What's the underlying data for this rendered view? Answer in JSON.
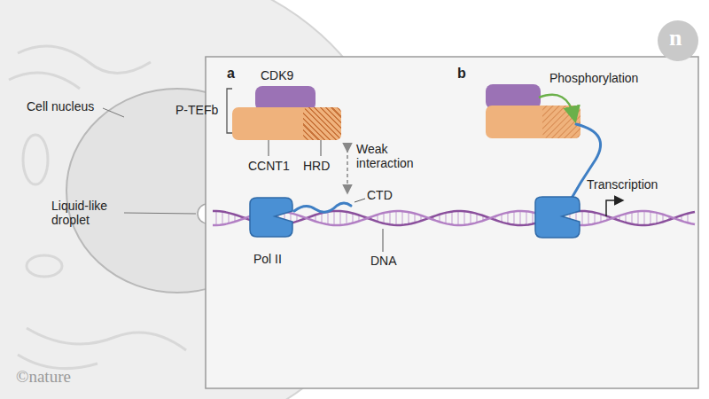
{
  "diagram": {
    "nodes": [
      {
        "text": [
          "CDK9"
        ]
      },
      {
        "text": [
          "CCNT1"
        ]
      },
      {
        "text": [
          "HRD"
        ],
        "in": 1
      },
      {
        "text": [
          "Pol II"
        ]
      }
    ],
    "labels": [
      "Cell nucleus",
      "Liquid-like droplet",
      "a",
      "P-TEFb",
      "Weak interaction",
      "CTD",
      "DNA",
      "b",
      "Phosphorylation",
      "Transcription",
      "n",
      "©nature"
    ]
  }
}
